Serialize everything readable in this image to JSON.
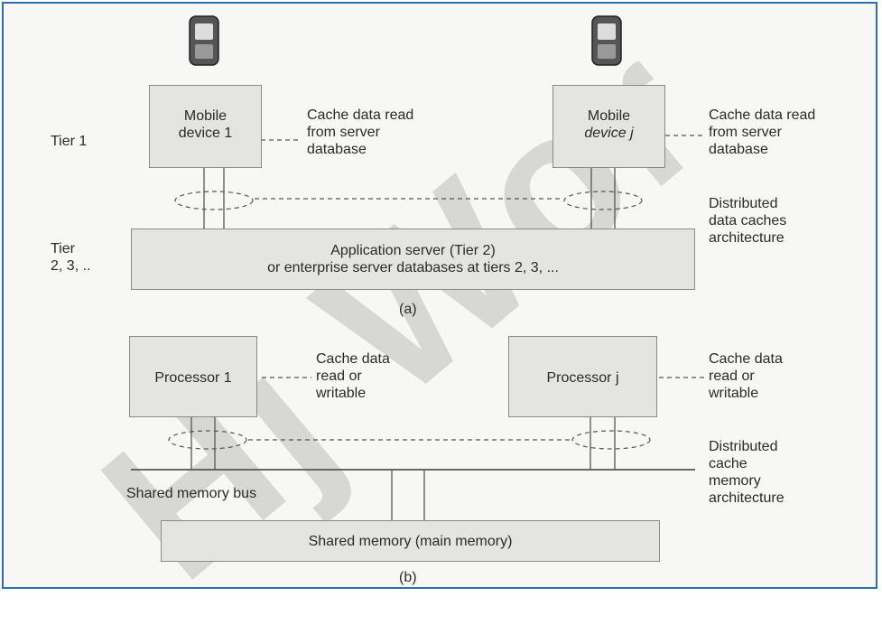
{
  "watermark": "Hj Wor",
  "part_a": {
    "tier1_label": "Tier 1",
    "tier2_label_line1": "Tier",
    "tier2_label_line2": "2, 3, ..",
    "mobile1_line1": "Mobile",
    "mobile1_line2": "device 1",
    "mobilej_line1": "Mobile",
    "mobilej_line2": "device j",
    "cache_left": [
      "Cache data read",
      "from server",
      "database"
    ],
    "cache_right": [
      "Cache data read",
      "from server",
      "database"
    ],
    "distributed": [
      "Distributed",
      "data caches",
      "architecture"
    ],
    "appserver_line1": "Application server (Tier 2)",
    "appserver_line2": "or enterprise server databases at tiers 2, 3, ...",
    "caption": "(a)"
  },
  "part_b": {
    "processor1": "Processor 1",
    "processorj": "Processor j",
    "cache_left": [
      "Cache data",
      "read or",
      "writable"
    ],
    "cache_right": [
      "Cache data",
      "read or",
      "writable"
    ],
    "distributed": [
      "Distributed",
      "cache",
      "memory",
      "architecture"
    ],
    "bus_label": "Shared memory bus",
    "shared_memory": "Shared memory (main memory)",
    "caption": "(b)"
  }
}
